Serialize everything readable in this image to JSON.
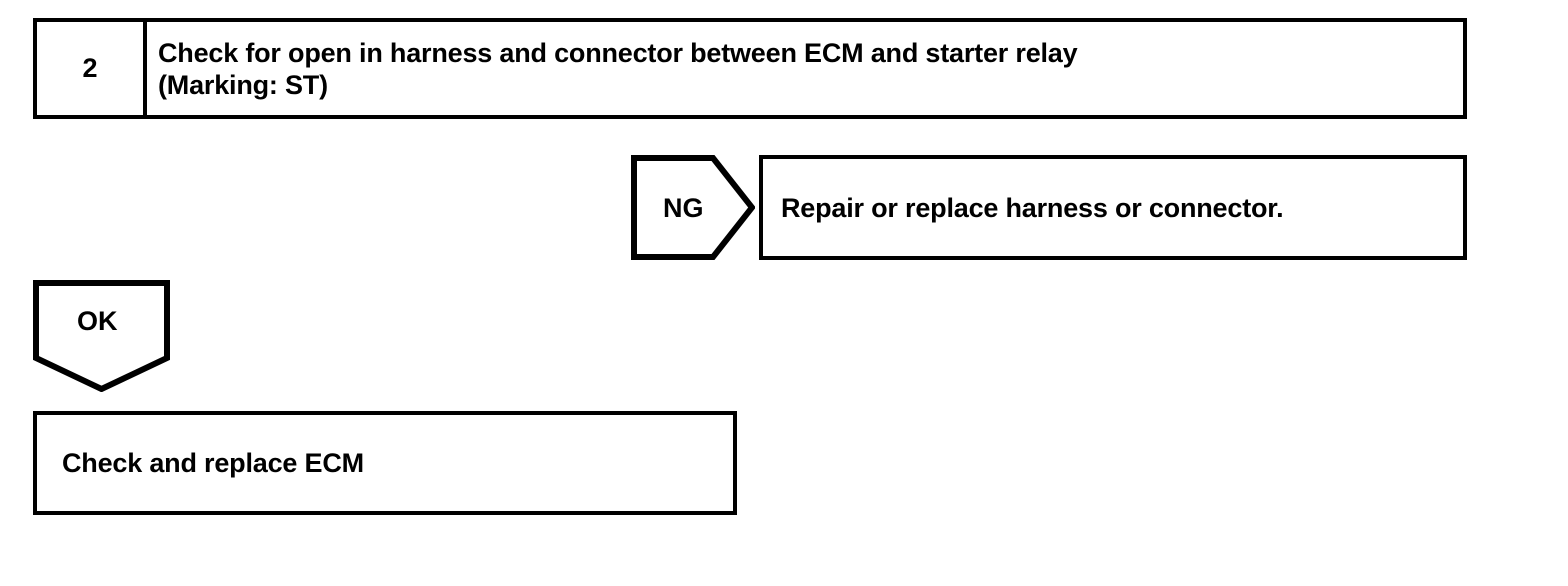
{
  "diagram": {
    "type": "troubleshooting-flowchart",
    "colors": {
      "stroke": "#000000",
      "fill": "#ffffff",
      "text": "#000000"
    },
    "step": {
      "number": "2",
      "instruction_line1": "Check for open in harness and connector between ECM and starter relay",
      "instruction_line2": "(Marking: ST)"
    },
    "branches": {
      "ng": {
        "label": "NG",
        "shape": "pentagon-right",
        "result": "Repair or replace harness or connector."
      },
      "ok": {
        "label": "OK",
        "shape": "pentagon-down",
        "result": "Check and replace ECM"
      }
    }
  }
}
